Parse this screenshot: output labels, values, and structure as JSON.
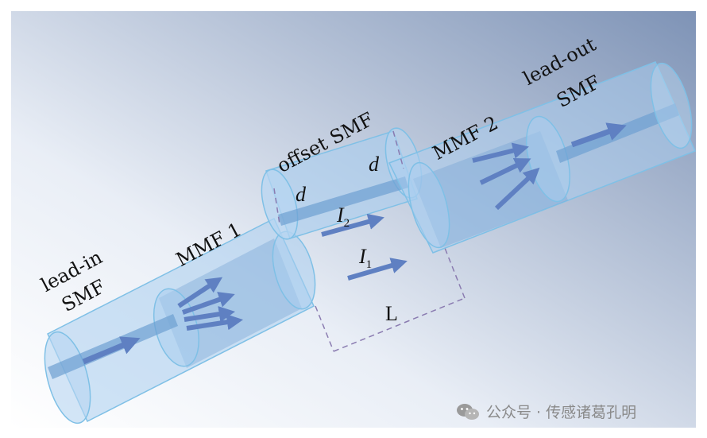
{
  "labels": {
    "lead_in_line1": "lead-in",
    "lead_in_line2": "SMF",
    "mmf1": "MMF 1",
    "offset_smf": "offset SMF",
    "mmf2": "MMF 2",
    "lead_out_line1": "lead-out",
    "lead_out_line2": "SMF",
    "d_left": "d",
    "d_right": "d",
    "i2_main": "I",
    "i2_sub": "2",
    "i1_main": "I",
    "i1_sub": "1",
    "length": "L"
  },
  "watermark": {
    "text": "公众号 · 传感诸葛孔明",
    "icon": "wechat-icon"
  },
  "colors": {
    "background_start": "#ffffff",
    "background_end": "#7e93b6",
    "tube_fill": "#a9cdef",
    "tube_edge": "#7fc0e6",
    "core": "#6d9fd2",
    "arrow": "#5f80c2",
    "dash": "#8a7bb0"
  }
}
